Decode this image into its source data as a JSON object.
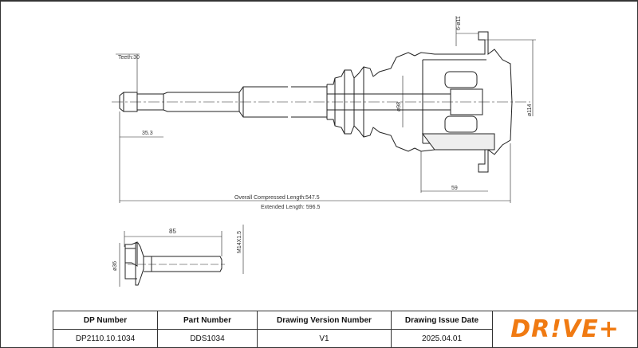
{
  "dimensions": {
    "teeth": "Teeth:30",
    "spline_length": "35.3",
    "bolt_holes": "6-ø11",
    "inner_diameter": "ø98",
    "outer_diameter": "ø114",
    "housing_length": "59",
    "overall_compressed": "Overall  Compressed  Length:547.5",
    "extended": "Extended  Length: 596.5",
    "bolt_length": "85",
    "bolt_thread": "M14X1.5",
    "bolt_head_diameter": "ø36"
  },
  "table": {
    "headers": [
      "DP Number",
      "Part Number",
      "Drawing Version Number",
      "Drawing Issue Date"
    ],
    "values": [
      "DP2110.10.1034",
      "DDS1034",
      "V1",
      "2025.04.01"
    ]
  },
  "logo": {
    "text": "DR!VE+",
    "color": "#f07a12"
  }
}
